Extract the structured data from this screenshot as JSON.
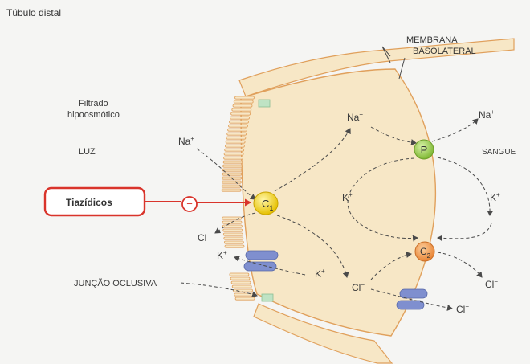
{
  "title": "Túbulo distal",
  "labels": {
    "membrana_basolateral_line1": "MEMBRANA",
    "membrana_basolateral_line2": "BASOLATERAL",
    "filtrado_line1": "Filtrado",
    "filtrado_line2": "hipoosmótico",
    "luz": "LUZ",
    "sangue": "SANGUE",
    "juncao": "JUNÇÃO OCLUSIVA"
  },
  "drug": {
    "name": "Tiazídicos",
    "inhibition_symbol": "−"
  },
  "transporters": {
    "c1": {
      "letter": "C",
      "sub": "1",
      "color": "#f2d21c"
    },
    "p": {
      "letter": "P",
      "color": "#9bcf4a"
    },
    "c2": {
      "letter": "C",
      "sub": "2",
      "color": "#ef9a4e"
    }
  },
  "ions": {
    "na_lumen": {
      "base": "Na",
      "charge": "+"
    },
    "na_cell": {
      "base": "Na",
      "charge": "+"
    },
    "na_blood": {
      "base": "Na",
      "charge": "+"
    },
    "k_cell_left": {
      "base": "K",
      "charge": "+"
    },
    "k_cell_right": {
      "base": "K",
      "charge": "+"
    },
    "cl_lumen": {
      "base": "Cl",
      "charge": "−"
    },
    "k_lumen": {
      "base": "K",
      "charge": "+"
    },
    "k_mid": {
      "base": "K",
      "charge": "+"
    },
    "cl_cell": {
      "base": "Cl",
      "charge": "−"
    },
    "cl_blood_upper": {
      "base": "Cl",
      "charge": "−"
    },
    "cl_blood_lower": {
      "base": "Cl",
      "charge": "−"
    }
  },
  "colors": {
    "cell_fill": "#f7e7c6",
    "membrane": "#e0a05c",
    "drug_border": "#d9342b",
    "channel": "#7f8fcf",
    "arrow": "#4a4a4a"
  }
}
